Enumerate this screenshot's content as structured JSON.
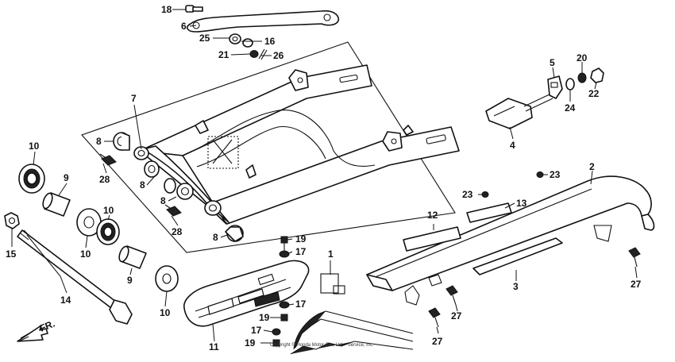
{
  "callouts": {
    "c1": "1",
    "c2": "2",
    "c3": "3",
    "c4": "4",
    "c5": "5",
    "c6": "6",
    "c7": "7",
    "c8": "8",
    "c9": "9",
    "c10": "10",
    "c11": "11",
    "c12": "12",
    "c13": "13",
    "c14": "14",
    "c15": "15",
    "c16": "16",
    "c17": "17",
    "c18": "18",
    "c19": "19",
    "c20": "20",
    "c21": "21",
    "c22": "22",
    "c23": "23",
    "c24": "24",
    "c25": "25",
    "c26": "26",
    "c27": "27",
    "c28": "28"
  },
  "direction_label": "FR.",
  "copyright": "Copyright © Honda Motor Co., Ltd. · Service, Inc."
}
